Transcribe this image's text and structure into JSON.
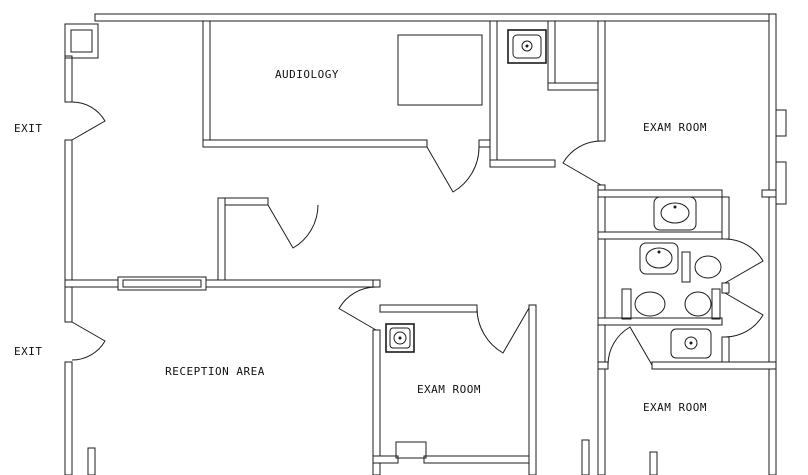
{
  "drawing": {
    "type": "architectural floor plan",
    "background": "#ffffff",
    "line_color": "#1c1c1c"
  },
  "labels": {
    "exit_upper": "EXIT",
    "exit_lower": "EXIT",
    "audiology": "AUDIOLOGY",
    "exam_room_ne": "EXAM ROOM",
    "exam_room_center": "EXAM ROOM",
    "exam_room_se": "EXAM ROOM",
    "reception": "RECEPTION AREA"
  },
  "fixtures": {
    "sink_top": "sink",
    "sink_exam": "sink",
    "sink_vestibule": "sink",
    "vanity_1": "vanity sink",
    "vanity_2": "vanity sink",
    "toilet_1": "toilet",
    "toilet_2": "toilet",
    "toilet_3": "toilet"
  }
}
